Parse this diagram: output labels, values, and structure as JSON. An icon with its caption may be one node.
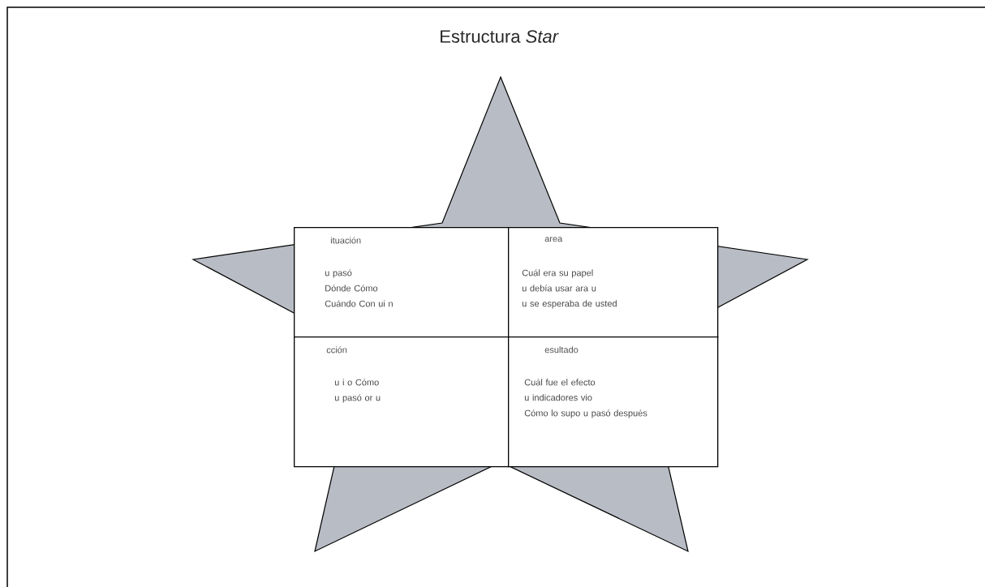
{
  "diagram": {
    "title": "Estructura *Star*",
    "nodes": [
      {
        "text": [
          "ituación",
          "u pasó",
          "Dónde Cómo",
          "Cuándo Con ui n"
        ]
      },
      {
        "text": [
          "area",
          "Cuál era su papel",
          "u debía usar ara u",
          "u se esperaba de usted"
        ]
      },
      {
        "text": [
          "cción",
          "u i o Cómo",
          "u pasó or u"
        ]
      },
      {
        "text": [
          "esultado",
          "Cuál fue el efecto",
          "u indicadores vio",
          "Cómo lo supo u pasó después"
        ]
      }
    ]
  }
}
